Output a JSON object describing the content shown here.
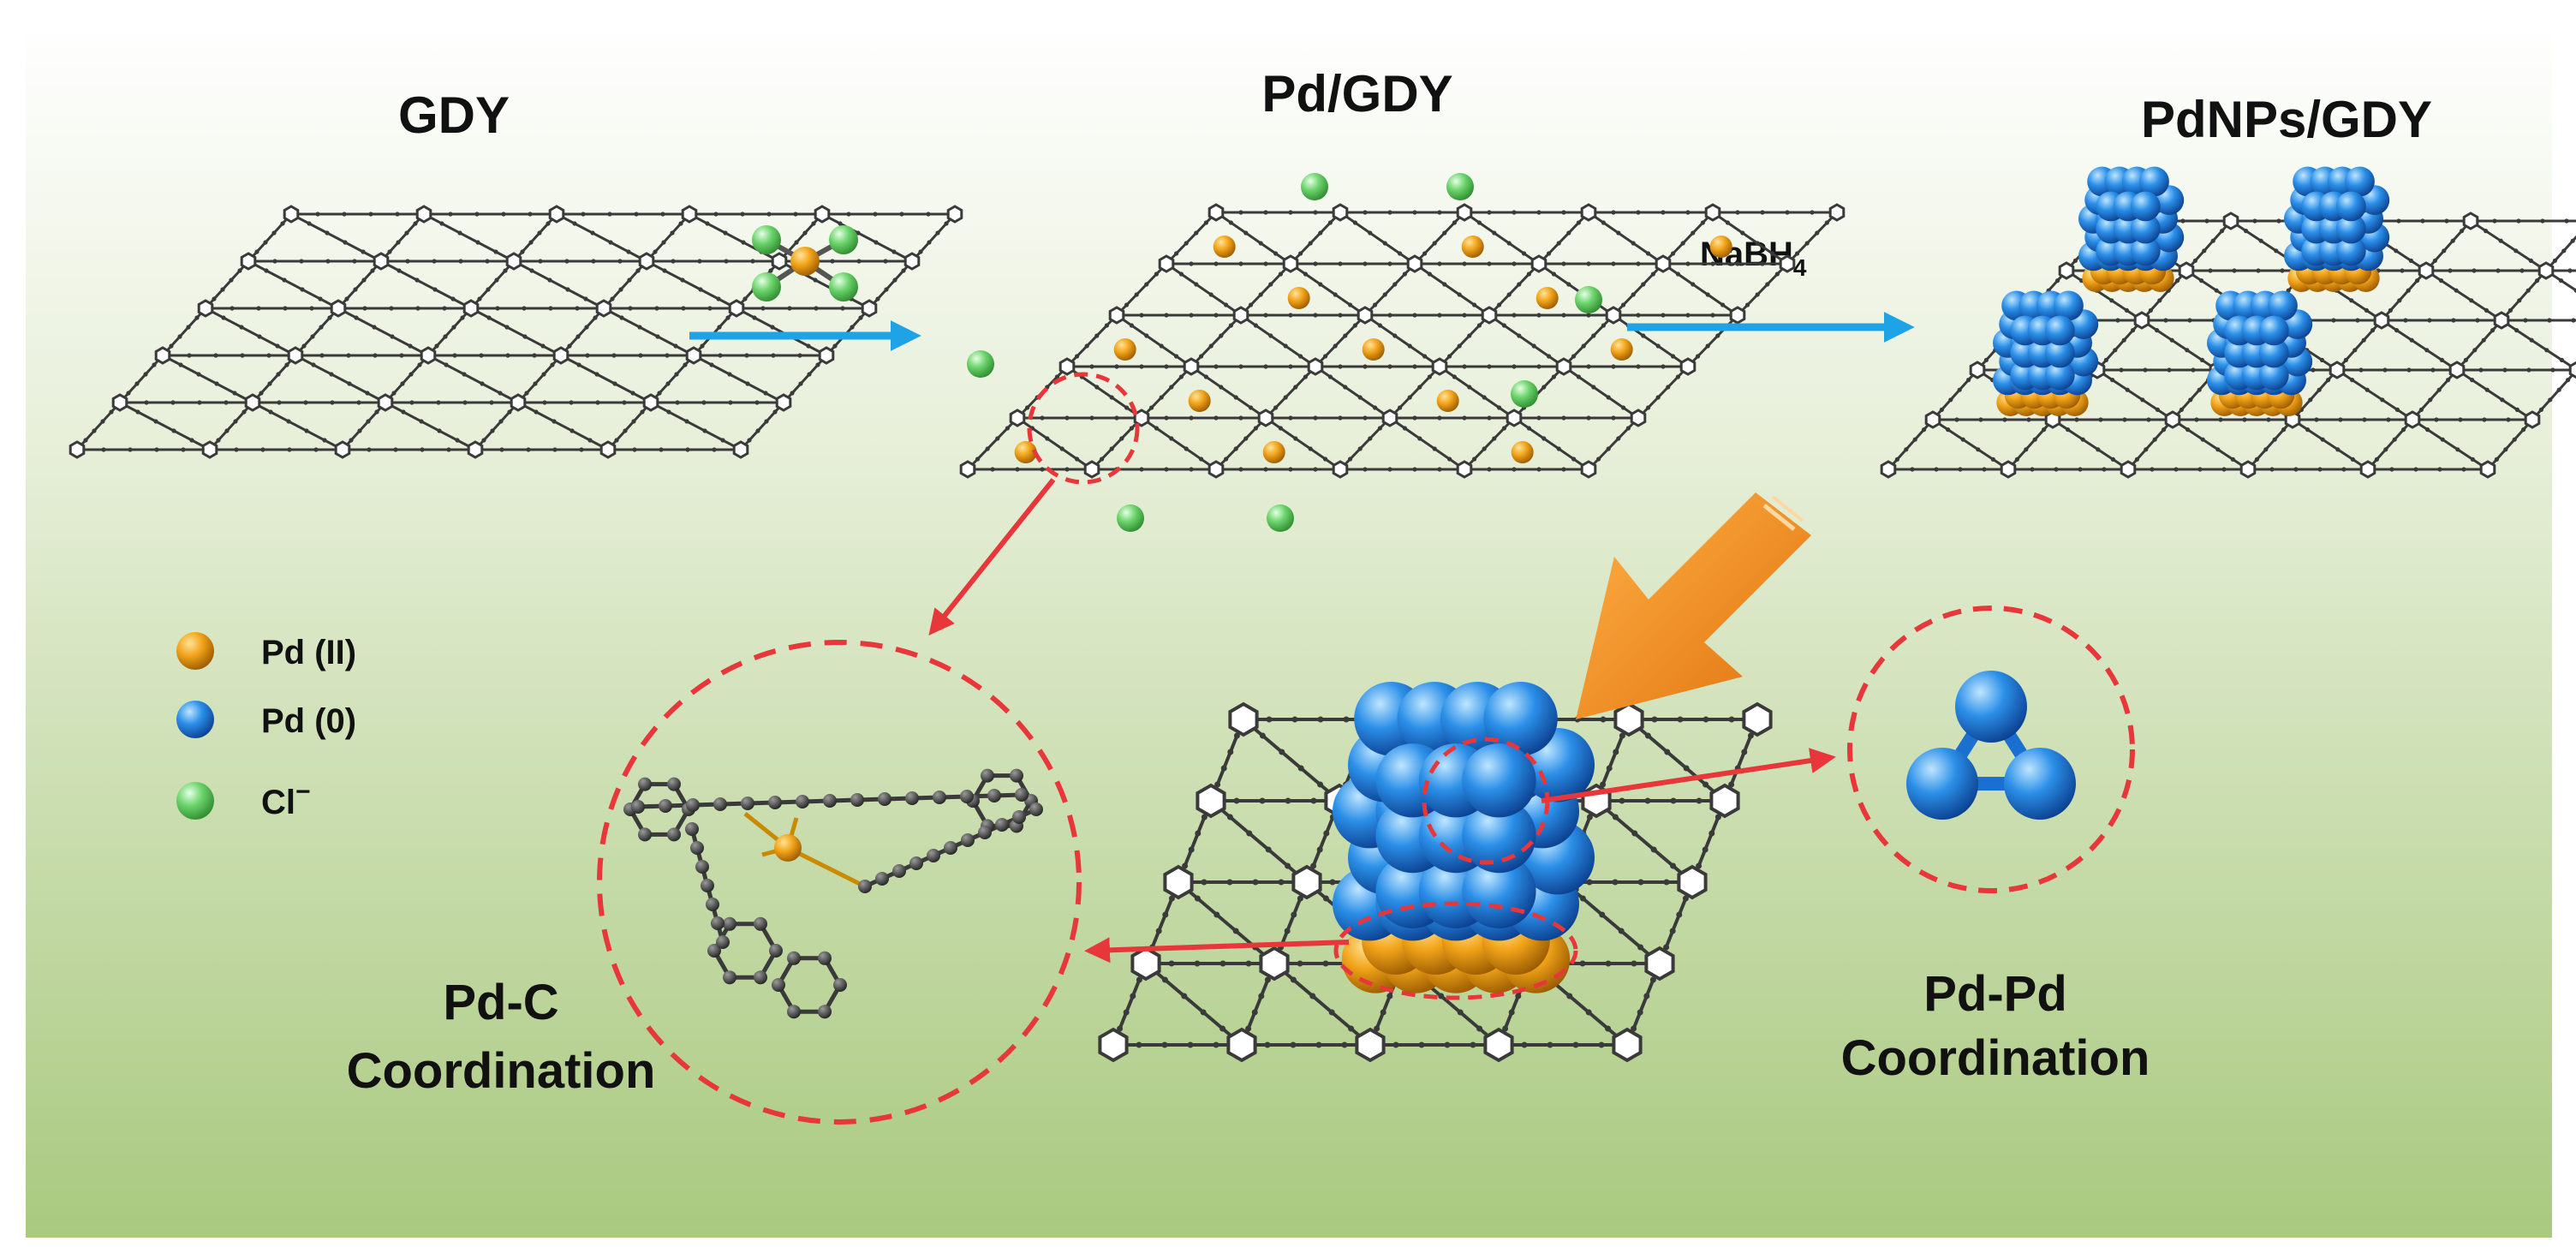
{
  "titles": {
    "gdy": "GDY",
    "pd_gdy": "Pd/GDY",
    "pdnps_gdy": "PdNPs/GDY"
  },
  "reagent": {
    "text": "NaBH",
    "subscript": "4"
  },
  "legend": [
    {
      "label": "Pd (II)",
      "color": "#e89a10"
    },
    {
      "label": "Pd (0)",
      "color": "#2b8fe8"
    },
    {
      "label": "Cl",
      "superscript": "−",
      "color": "#6cd46c"
    }
  ],
  "captions": {
    "pd_c_line1": "Pd-C",
    "pd_c_line2": "Coordination",
    "pd_pd_line1": "Pd-Pd",
    "pd_pd_line2": "Coordination"
  },
  "colors": {
    "background_top": "#ffffff",
    "background_bottom": "#a9c97f",
    "lattice": "#3a3a3a",
    "blue_arrow": "#1ea4e6",
    "red_arrow": "#e8373a",
    "orange_arrow": "#f08a1c",
    "dashed_circle": "#e8373a"
  }
}
